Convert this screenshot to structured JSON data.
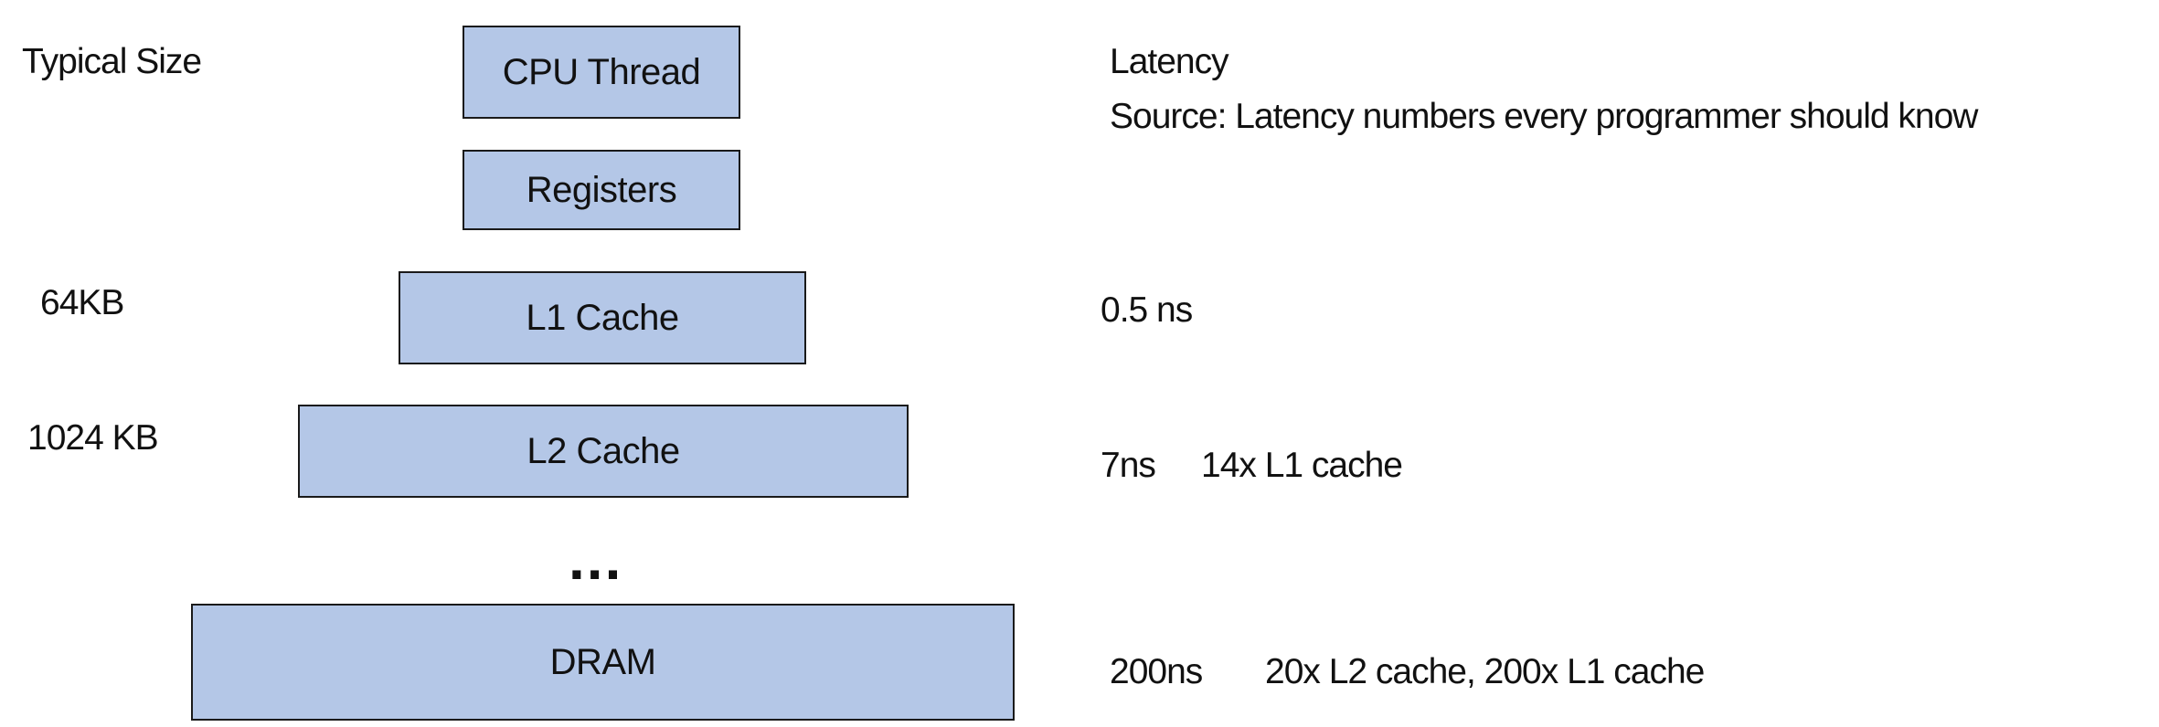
{
  "colors": {
    "box_fill": "#b4c7e7",
    "box_border": "#1a1a1a",
    "text": "#111111"
  },
  "size_column": {
    "heading": "Typical Size",
    "l1": "64KB",
    "l2": "1024 KB"
  },
  "hierarchy": {
    "cpu_thread": "CPU Thread",
    "registers": "Registers",
    "l1_cache": "L1 Cache",
    "l2_cache": "L2 Cache",
    "ellipsis": "...",
    "dram": "DRAM"
  },
  "latency_column": {
    "heading": "Latency",
    "source": "Source: Latency numbers every programmer should know",
    "l1": "0.5 ns",
    "l2_value": "7ns",
    "l2_note": "14x L1 cache",
    "dram_value": "200ns",
    "dram_note": "20x L2 cache, 200x L1 cache"
  }
}
